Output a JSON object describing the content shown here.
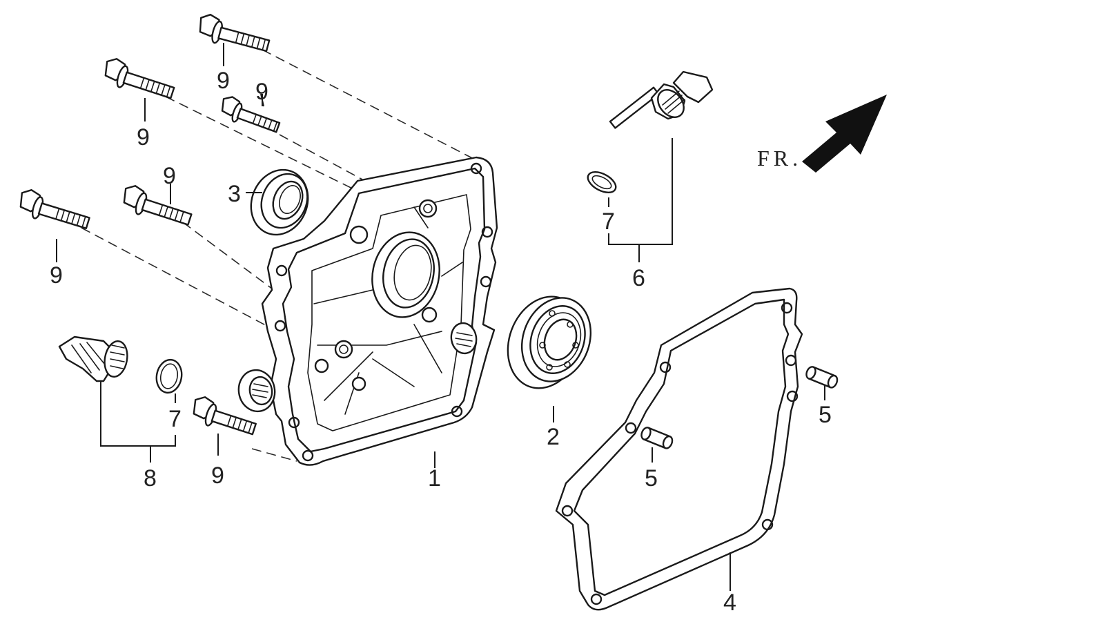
{
  "callouts": {
    "crankcase_cover": "1",
    "bearing": "2",
    "oil_seal": "3",
    "gasket": "4",
    "dowel_pin_right": "5",
    "dowel_pin_center": "5",
    "oil_cap_assembly_top": "6",
    "o_ring_top": "7",
    "o_ring_left": "7",
    "oil_cap_assembly_left": "8",
    "bolt_top": "9",
    "bolt_upper_left": "9",
    "bolt_upper_mid": "9",
    "bolt_mid": "9",
    "bolt_left": "9",
    "bolt_bottom": "9"
  },
  "direction_indicator": {
    "label": "FR.",
    "arrow_color": "#111111"
  },
  "colors": {
    "line": "#1a1a1a",
    "background": "#ffffff"
  }
}
